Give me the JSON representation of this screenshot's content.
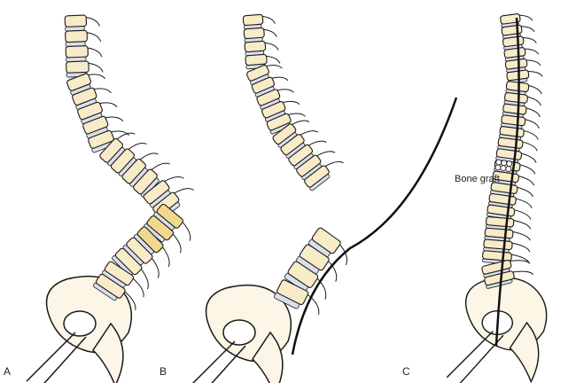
{
  "panels": [
    {
      "label": "A"
    },
    {
      "label": "B"
    },
    {
      "label": "C"
    }
  ],
  "annotations": {
    "bone_graft": "Bone graft"
  },
  "colors": {
    "bone": "#f8ebc8",
    "fused": "#f0d98e",
    "disc": "#d9dfec",
    "outline": "#1a1a1a",
    "rod": "#111111"
  }
}
